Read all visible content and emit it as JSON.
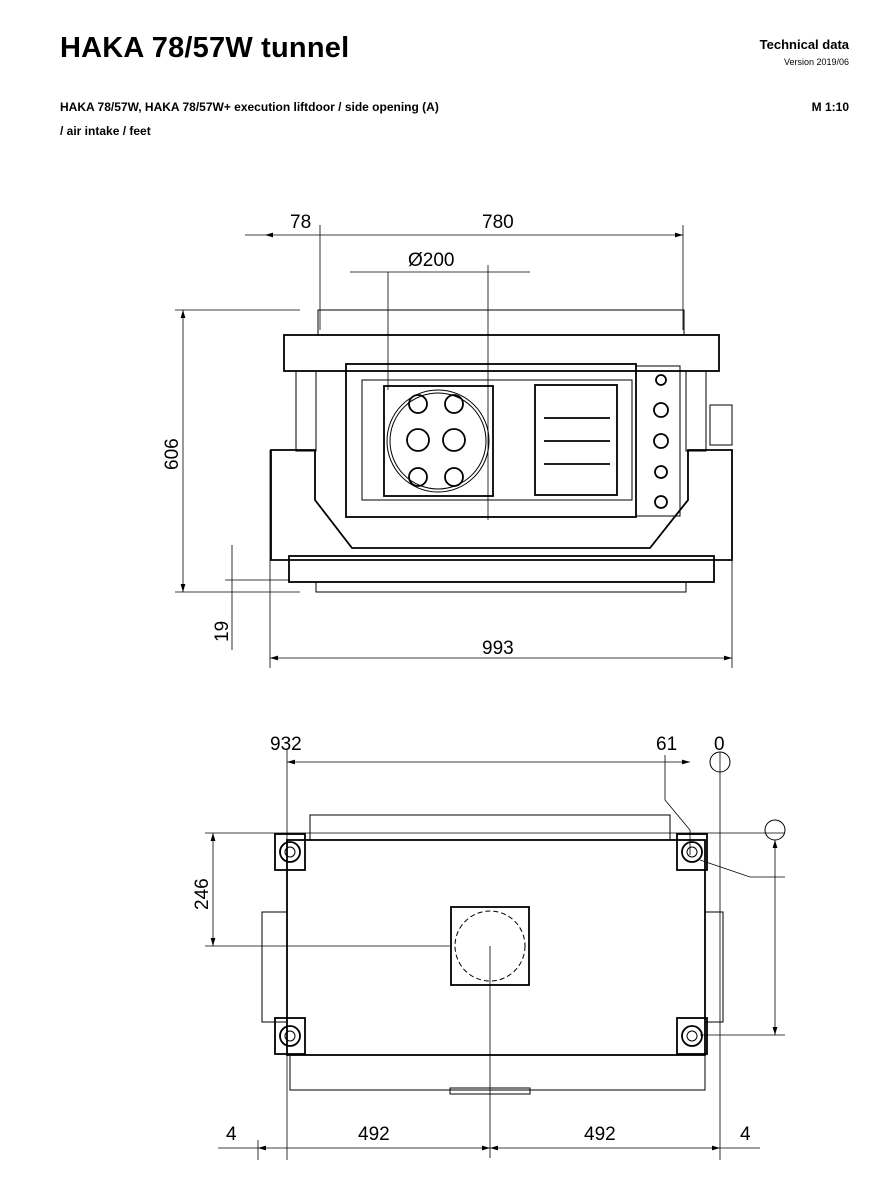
{
  "header": {
    "title": "HAKA 78/57W tunnel",
    "doc_type": "Technical data",
    "version": "Version 2019/06",
    "subtitle_line1": "HAKA 78/57W, HAKA 78/57W+ execution liftdoor / side opening (A)",
    "subtitle_line2": "/ air intake / feet",
    "scale": "M 1:10"
  },
  "front_view": {
    "dim_offset": "78",
    "dim_width_top": "780",
    "dim_diameter": "Ø200",
    "dim_height": "606",
    "dim_feet": "19",
    "dim_total_width": "993"
  },
  "bottom_view": {
    "dim_932": "932",
    "dim_61": "61",
    "dim_0": "0",
    "dim_246": "246",
    "dim_left_margin": "4",
    "dim_left_half": "492",
    "dim_right_half": "492",
    "dim_right_margin": "4"
  }
}
